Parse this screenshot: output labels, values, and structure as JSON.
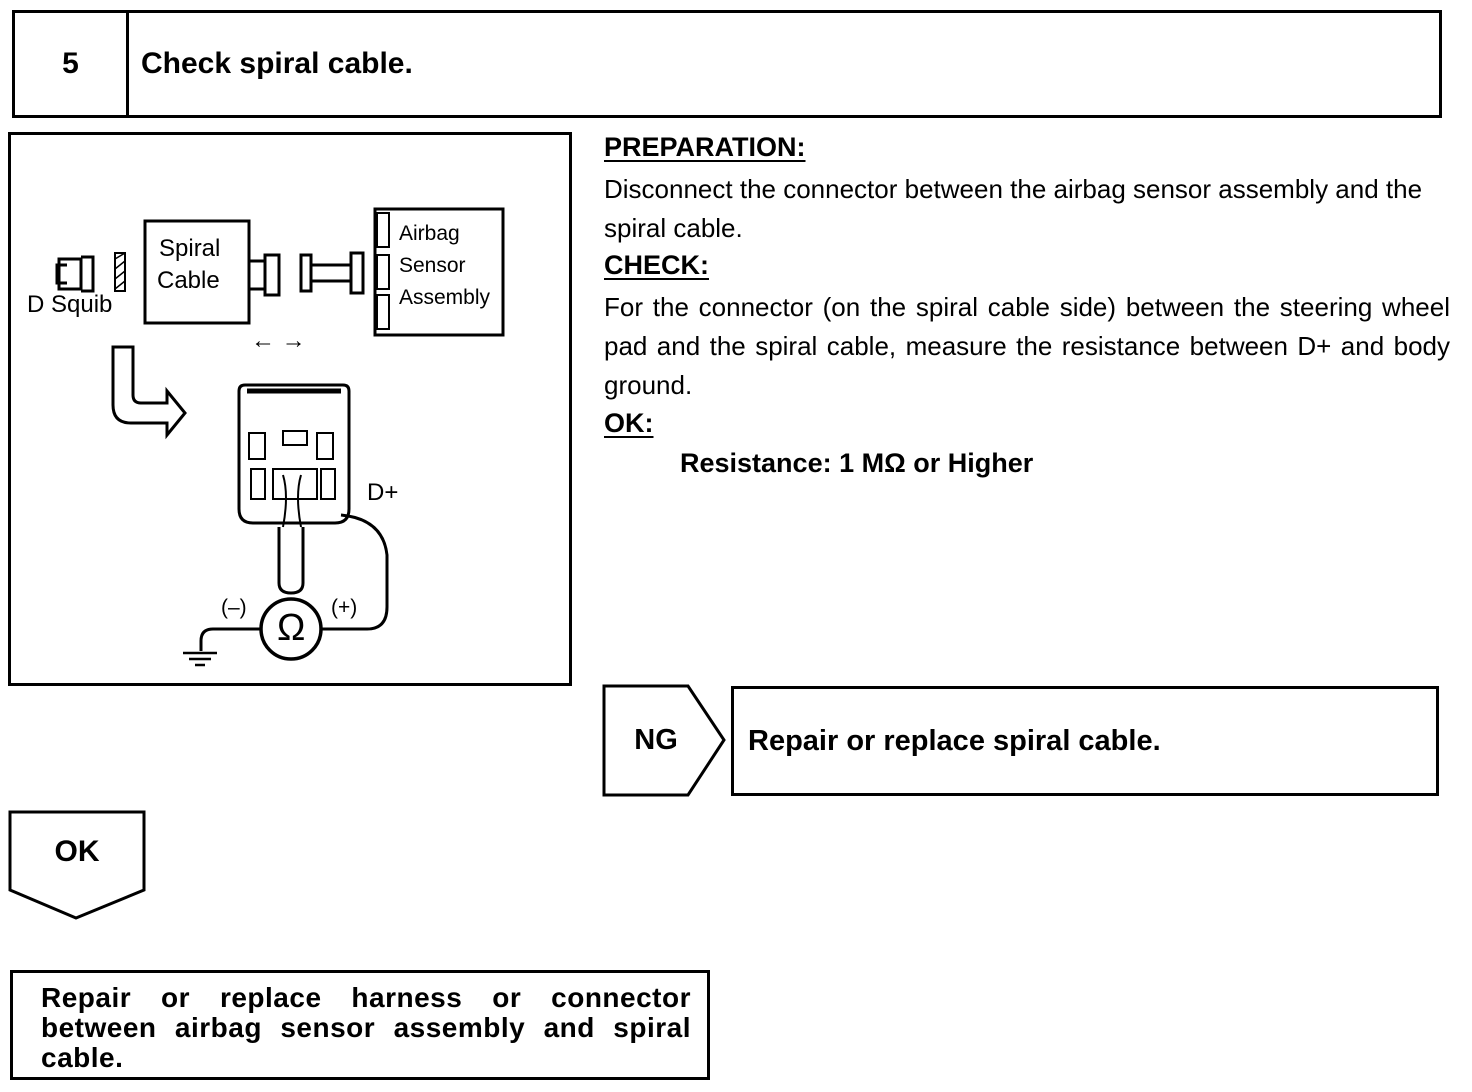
{
  "step": {
    "number": "5",
    "title": "Check spiral cable."
  },
  "diagram": {
    "labels": {
      "spiral_cable_line1": "Spiral",
      "spiral_cable_line2": "Cable",
      "airbag_line1": "Airbag",
      "airbag_line2": "Sensor",
      "airbag_line3": "Assembly",
      "d_squib": "D Squib",
      "disconnect_arrows": "← →",
      "d_plus": "D+",
      "minus": "(–)",
      "plus": "(+)",
      "ohm": "Ω"
    }
  },
  "instructions": {
    "preparation_heading": "PREPARATION:",
    "preparation_text": "Disconnect the connector between the airbag sensor assembly and the spiral cable.",
    "check_heading": "CHECK:",
    "check_text": "For the connector (on the spiral cable side) between the steering wheel pad and the spiral cable, measure the resistance between D+ and body ground.",
    "ok_heading": "OK:",
    "spec": "Resistance:  1 MΩ or Higher"
  },
  "ng_branch": {
    "label": "NG",
    "result": "Repair or replace spiral cable."
  },
  "ok_branch": {
    "label": "OK",
    "result": "Repair or replace harness or connector between airbag sensor assembly and spiral cable."
  }
}
